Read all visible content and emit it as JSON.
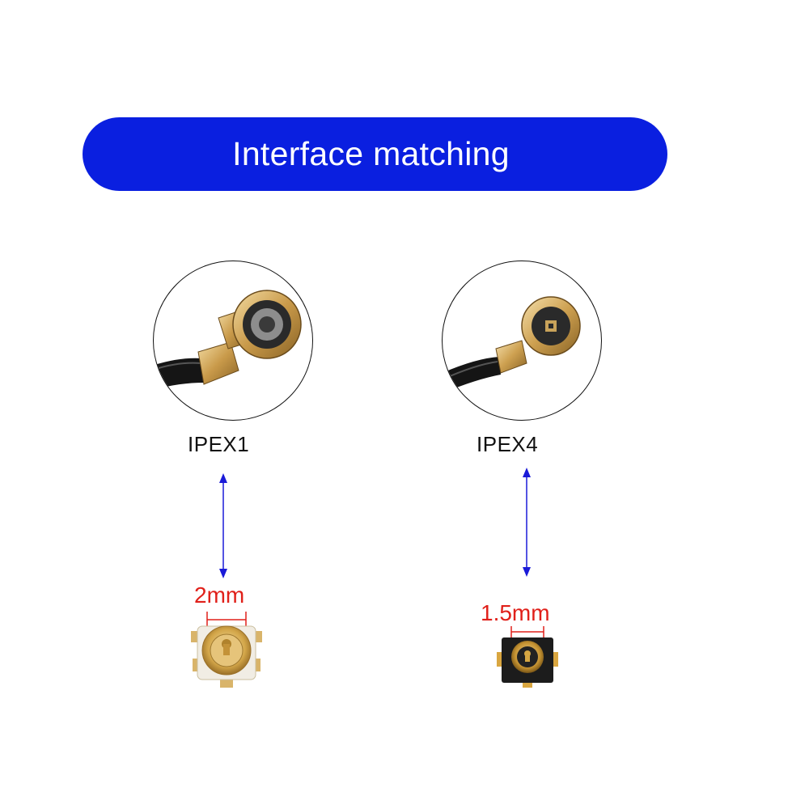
{
  "header": {
    "title": "Interface matching"
  },
  "connectors": [
    {
      "label": "IPEX1",
      "dimension": "2mm"
    },
    {
      "label": "IPEX4",
      "dimension": "1.5mm"
    }
  ],
  "colors": {
    "banner": "#0a1fe0",
    "arrow": "#1a1ad8",
    "dimension_text": "#e0201a",
    "gold": "#d9b46a"
  }
}
